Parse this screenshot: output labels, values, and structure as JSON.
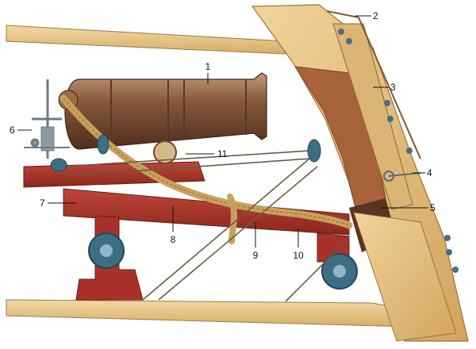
{
  "callouts": [
    {
      "id": "1",
      "label": "1"
    },
    {
      "id": "2",
      "label": "2"
    },
    {
      "id": "3",
      "label": "3"
    },
    {
      "id": "4",
      "label": "4"
    },
    {
      "id": "5",
      "label": "5"
    },
    {
      "id": "6",
      "label": "6"
    },
    {
      "id": "7",
      "label": "7"
    },
    {
      "id": "8",
      "label": "8"
    },
    {
      "id": "9",
      "label": "9"
    },
    {
      "id": "10",
      "label": "10"
    },
    {
      "id": "11",
      "label": "11"
    }
  ],
  "colors": {
    "wood_light": "#e8c98a",
    "wood_mid": "#d9b06a",
    "wood_dark": "#b98a4a",
    "carriage_red": "#a8322a",
    "carriage_dark": "#7d2219",
    "cannon_bronze": "#8a5a3c",
    "cannon_dark": "#5a3826",
    "rope": "#c9a05a",
    "wheel_blue": "#3c6e86",
    "metal_grey": "#8d99a3",
    "hull_inner": "#a8633a"
  }
}
